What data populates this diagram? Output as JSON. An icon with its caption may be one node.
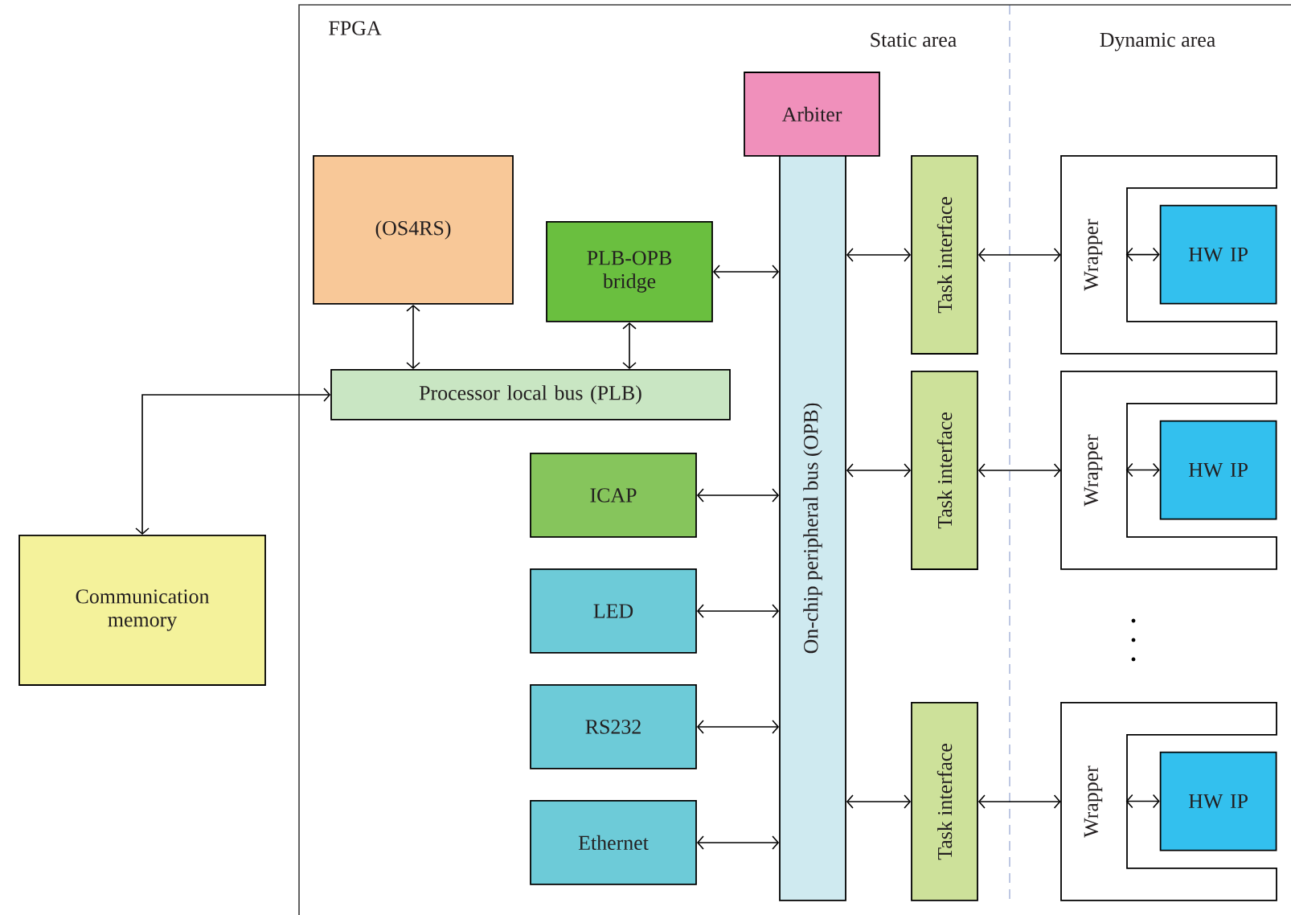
{
  "diagram": {
    "nodes": [
      {
        "text": [
          "FPGA"
        ]
      },
      {
        "text": [
          "(OS4RS)"
        ],
        "in": 0
      },
      {
        "text": [
          "PLB-OPB bridge"
        ],
        "in": 0
      },
      {
        "text": [
          "Arbiter"
        ],
        "in": 0
      },
      {
        "text": [
          "On-chip peripheral bus (OPB)"
        ],
        "in": 0
      },
      {
        "text": [
          "Processor local bus (PLB)"
        ],
        "in": 0
      },
      {
        "text": [
          "Communication memory"
        ]
      },
      {
        "text": [
          "ICAP"
        ],
        "in": 0
      },
      {
        "text": [
          "LED"
        ],
        "in": 0
      },
      {
        "text": [
          "RS232"
        ],
        "in": 0
      },
      {
        "text": [
          "Ethernet"
        ],
        "in": 0
      },
      {
        "text": [
          "Task interface"
        ],
        "in": 0
      },
      {
        "text": [
          "Task interface"
        ],
        "in": 0
      },
      {
        "text": [
          "Task interface"
        ],
        "in": 0
      },
      {
        "text": [
          "Wrapper"
        ],
        "in": 0
      },
      {
        "text": [
          "HW IP"
        ],
        "in": 14
      },
      {
        "text": [
          "Wrapper"
        ],
        "in": 0
      },
      {
        "text": [
          "HW IP"
        ],
        "in": 16
      },
      {
        "text": [
          "Wrapper"
        ],
        "in": 0
      },
      {
        "text": [
          "HW IP"
        ],
        "in": 18
      }
    ],
    "edges": [
      {
        "from": 1,
        "to": 5,
        "arrow": "both"
      },
      {
        "from": 2,
        "to": 5,
        "arrow": "both"
      },
      {
        "from": 2,
        "to": 4,
        "arrow": "both"
      },
      {
        "from": 5,
        "to": 6,
        "arrow": "both"
      },
      {
        "from": 7,
        "to": 4,
        "arrow": "both"
      },
      {
        "from": 8,
        "to": 4,
        "arrow": "both"
      },
      {
        "from": 9,
        "to": 4,
        "arrow": "both"
      },
      {
        "from": 10,
        "to": 4,
        "arrow": "both"
      },
      {
        "from": 4,
        "to": 11,
        "arrow": "both"
      },
      {
        "from": 4,
        "to": 12,
        "arrow": "both"
      },
      {
        "from": 4,
        "to": 13,
        "arrow": "both"
      },
      {
        "from": 11,
        "to": 14,
        "arrow": "both"
      },
      {
        "from": 12,
        "to": 16,
        "arrow": "both"
      },
      {
        "from": 13,
        "to": 18,
        "arrow": "both"
      },
      {
        "from": 15,
        "to": 14,
        "arrow": "both"
      },
      {
        "from": 17,
        "to": 16,
        "arrow": "both"
      },
      {
        "from": 19,
        "to": 18,
        "arrow": "both"
      }
    ],
    "labels": [
      "Static area",
      "Dynamic area"
    ]
  }
}
